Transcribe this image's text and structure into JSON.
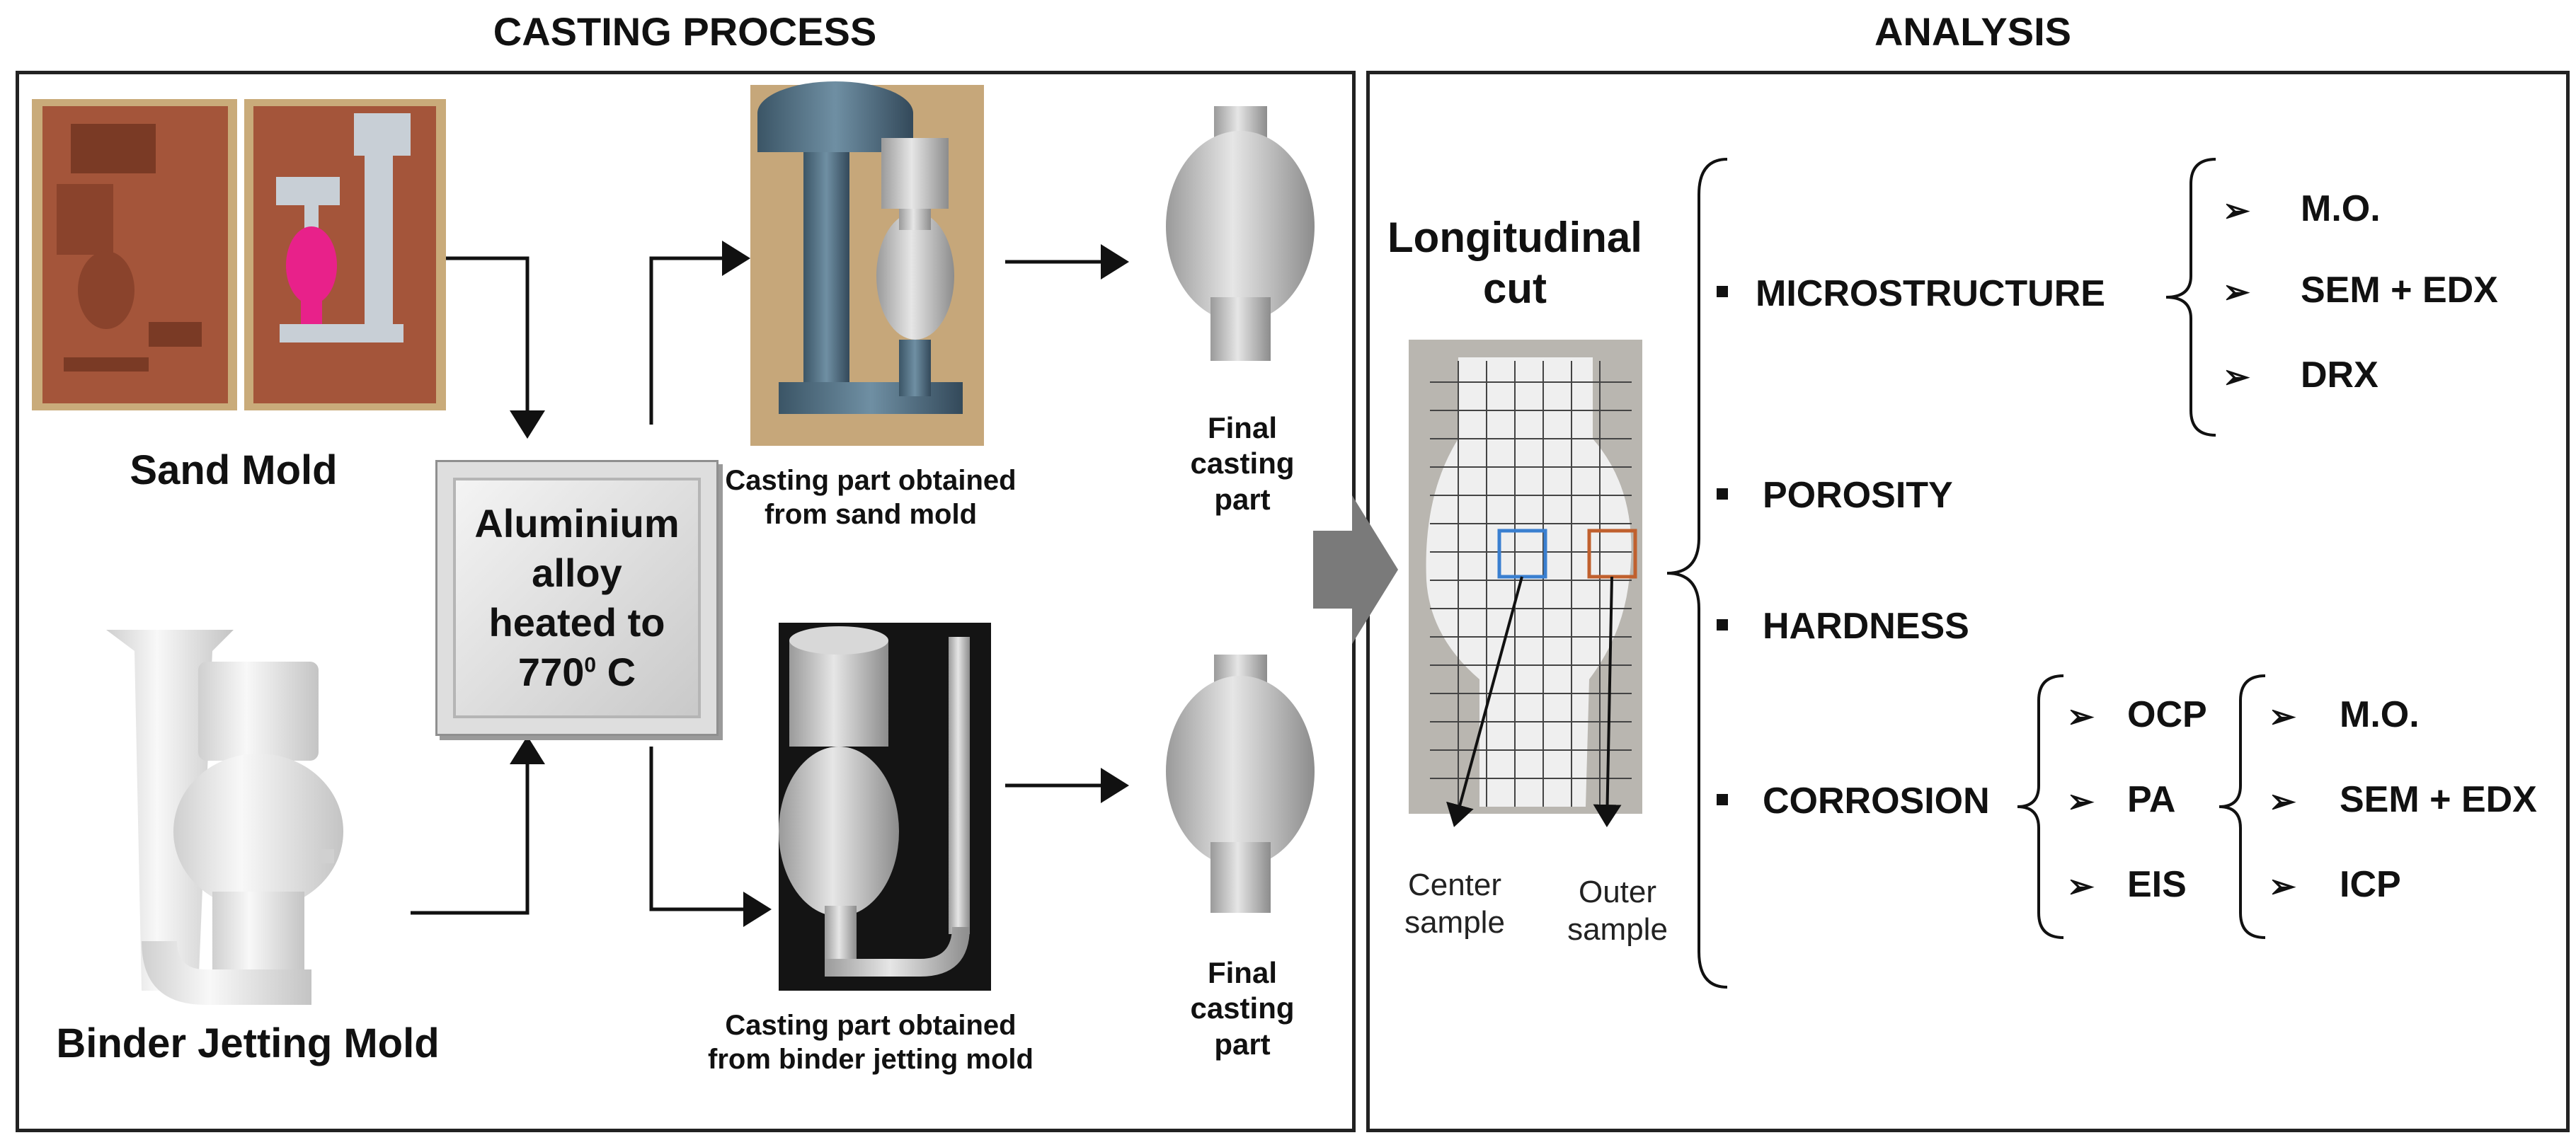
{
  "titles": {
    "casting": "CASTING PROCESS",
    "analysis": "ANALYSIS"
  },
  "labels": {
    "sand_mold": "Sand Mold",
    "binder_mold": "Binder Jetting Mold",
    "alloy_line1": "Aluminium",
    "alloy_line2": "alloy",
    "alloy_line3": "heated to",
    "alloy_temp": "770",
    "alloy_exp": "0",
    "alloy_unit": " C",
    "sand_part_l1": "Casting part obtained",
    "sand_part_l2": "from sand mold",
    "binder_part_l1": "Casting part obtained",
    "binder_part_l2": "from binder jetting mold",
    "final_l1": "Final",
    "final_l2": "casting",
    "final_l3": "part",
    "cut_l1": "Longitudinal",
    "cut_l2": "cut",
    "center_l1": "Center",
    "center_l2": "sample",
    "outer_l1": "Outer",
    "outer_l2": "sample"
  },
  "analysis": {
    "microstructure": "MICROSTRUCTURE",
    "porosity": "POROSITY",
    "hardness": "HARDNESS",
    "corrosion": "CORROSION",
    "micro_items": [
      "M.O.",
      "SEM + EDX",
      "DRX"
    ],
    "corrosion_tests": [
      "OCP",
      "PA",
      "EIS"
    ],
    "corrosion_methods": [
      "M.O.",
      "SEM + EDX",
      "ICP"
    ],
    "arrow_glyph": "➢"
  },
  "colors": {
    "sand": "#a4553a",
    "wood": "#c9ab7a",
    "pink": "#e8218a",
    "blue_square": "#3a7fd0",
    "orange_square": "#c0602e",
    "big_arrow": "#7a7a7a"
  }
}
